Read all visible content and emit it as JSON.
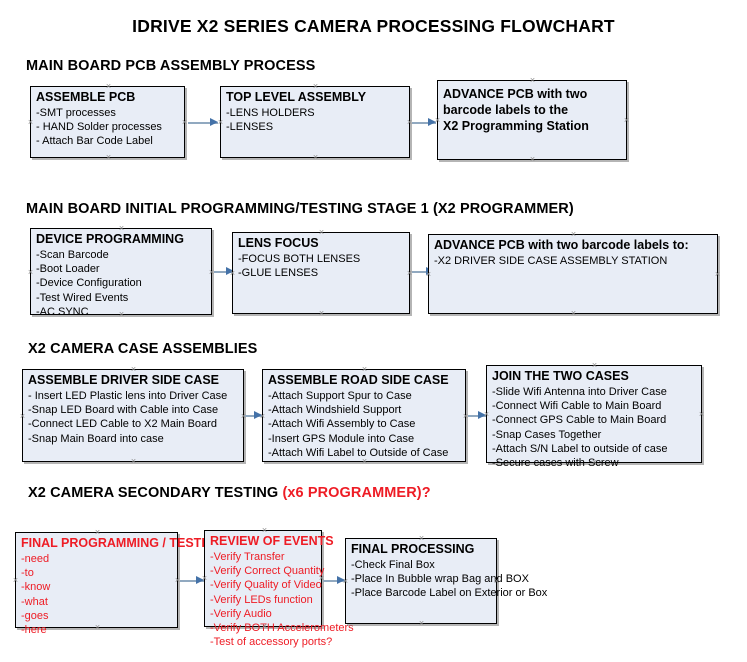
{
  "title": "IDRIVE X2  SERIES CAMERA PROCESSING FLOWCHART",
  "colors": {
    "box_fill": "#e8edf6",
    "box_border": "#000000",
    "arrow_shaft": "#91a9c0",
    "arrow_head": "#4472a8",
    "red_text": "#ee1c25",
    "black_text": "#000000",
    "handle": "#8a8a8a"
  },
  "sections": [
    {
      "id": "main-board-pcb-assembly-process",
      "heading": "MAIN BOARD PCB ASSEMBLY PROCESS",
      "heading_suffix": "",
      "boxes": [
        {
          "id": "assemble-pcb",
          "title": "ASSEMBLE PCB",
          "items": [
            "-SMT processes",
            "- HAND Solder processes",
            "- Attach Bar Code Label"
          ]
        },
        {
          "id": "top-level-assembly",
          "title": "TOP LEVEL ASSEMBLY",
          "items": [
            "-LENS HOLDERS",
            "-LENSES"
          ]
        },
        {
          "id": "advance-pcb-to-x2-programming-station",
          "title": "ADVANCE PCB with two",
          "title_lines": [
            "ADVANCE PCB with two",
            "barcode labels to the",
            " X2 Programming Station"
          ],
          "items": []
        }
      ]
    },
    {
      "id": "main-board-initial-programming-testing-stage-1",
      "heading": "MAIN BOARD INITIAL PROGRAMMING/TESTING STAGE 1 (X2 PROGRAMMER)",
      "heading_suffix": "",
      "boxes": [
        {
          "id": "device-programming",
          "title": "DEVICE PROGRAMMING",
          "items": [
            "-Scan Barcode",
            "-Boot Loader",
            "-Device Configuration",
            "-Test Wired Events",
            "-AC SYNC"
          ]
        },
        {
          "id": "lens-focus",
          "title": "LENS FOCUS",
          "items": [
            "-FOCUS BOTH LENSES",
            "-GLUE LENSES"
          ]
        },
        {
          "id": "advance-pcb-to-driver-side-case-assembly-station",
          "title": "ADVANCE PCB with two barcode labels to:",
          "items": [
            "-X2 DRIVER  SIDE  CASE  ASSEMBLY STATION"
          ]
        }
      ]
    },
    {
      "id": "x2-camera-case-assemblies",
      "heading": "X2 CAMERA CASE ASSEMBLIES",
      "heading_suffix": "",
      "boxes": [
        {
          "id": "assemble-driver-side-case",
          "title": "ASSEMBLE DRIVER SIDE CASE",
          "items": [
            "- Insert LED Plastic lens into Driver Case",
            "-Snap LED Board with Cable into Case",
            "-Connect LED Cable to X2 Main Board",
            "-Snap Main Board into case"
          ]
        },
        {
          "id": "assemble-road-side-case",
          "title": "ASSEMBLE ROAD SIDE CASE",
          "items": [
            "-Attach Support Spur to Case",
            "-Attach Windshield Support",
            "-Attach Wifi Assembly to Case",
            "-Insert GPS Module into Case",
            "-Attach Wifi Label to Outside of Case"
          ]
        },
        {
          "id": "join-the-two-cases",
          "title": "JOIN THE TWO CASES",
          "items": [
            "-Slide Wifi Antenna into Driver Case",
            "-Connect Wifi Cable to Main Board",
            "-Connect GPS Cable to Main Board",
            "-Snap Cases Together",
            "-Attach S/N Label to outside of case",
            "-Secure cases with Screw"
          ]
        }
      ]
    },
    {
      "id": "x2-camera-secondary-testing",
      "heading": "X2 CAMERA SECONDARY TESTING ",
      "heading_suffix": "(x6 PROGRAMMER)?",
      "boxes": [
        {
          "id": "final-programming-testing",
          "title": "FINAL PROGRAMMING / TESTING",
          "items": [
            "-need",
            "-to",
            "-know",
            "-what",
            "-goes",
            "-here"
          ]
        },
        {
          "id": "review-of-events",
          "title": "REVIEW OF EVENTS",
          "items": [
            "-Verify Transfer",
            "-Verify Correct Quantity",
            "-Verify Quality of Video",
            "-Verify LEDs function",
            "-Verify Audio",
            "-Verify BOTH Accelerometers",
            "-Test of accessory ports?"
          ]
        },
        {
          "id": "final-processing",
          "title": "FINAL PROCESSING",
          "items": [
            " -Check Final Box",
            "-Place In Bubble wrap Bag and BOX",
            "-Place Barcode Label on Exterior or Box"
          ]
        }
      ]
    }
  ]
}
